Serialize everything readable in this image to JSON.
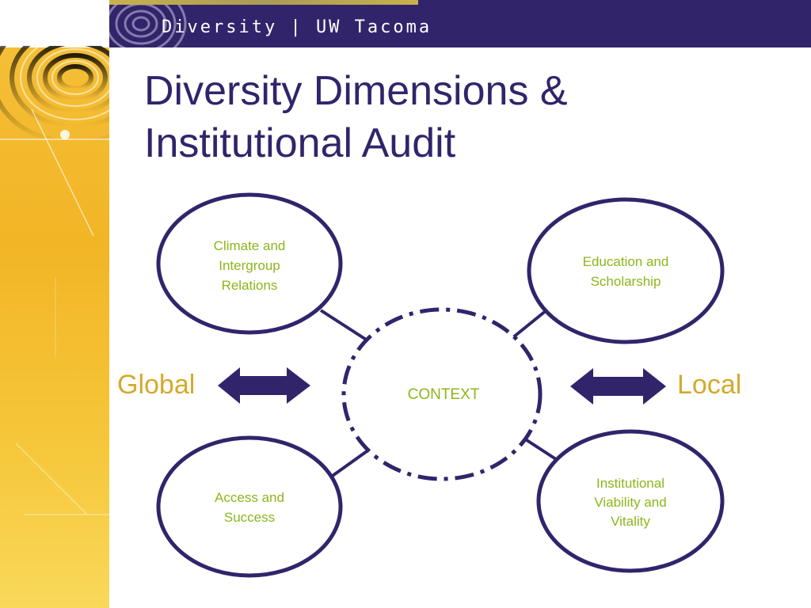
{
  "header": {
    "title": "Diversity | UW Tacoma"
  },
  "slide": {
    "title_line1": "Diversity Dimensions &",
    "title_line2": "Institutional Audit"
  },
  "diagram": {
    "center": "CONTEXT",
    "left_label": "Global",
    "right_label": "Local",
    "nodes": [
      {
        "lines": [
          "Climate and",
          "Intergroup",
          "Relations"
        ]
      },
      {
        "lines": [
          "Education and",
          "Scholarship"
        ]
      },
      {
        "lines": [
          "Access and",
          "Success"
        ]
      },
      {
        "lines": [
          "Institutional",
          "Viability and",
          "Vitality"
        ]
      }
    ]
  },
  "colors": {
    "navy": "#32246b",
    "green_text": "#8cb61a",
    "gold_text": "#d4aa2c",
    "gold_band": "#f2b526"
  }
}
